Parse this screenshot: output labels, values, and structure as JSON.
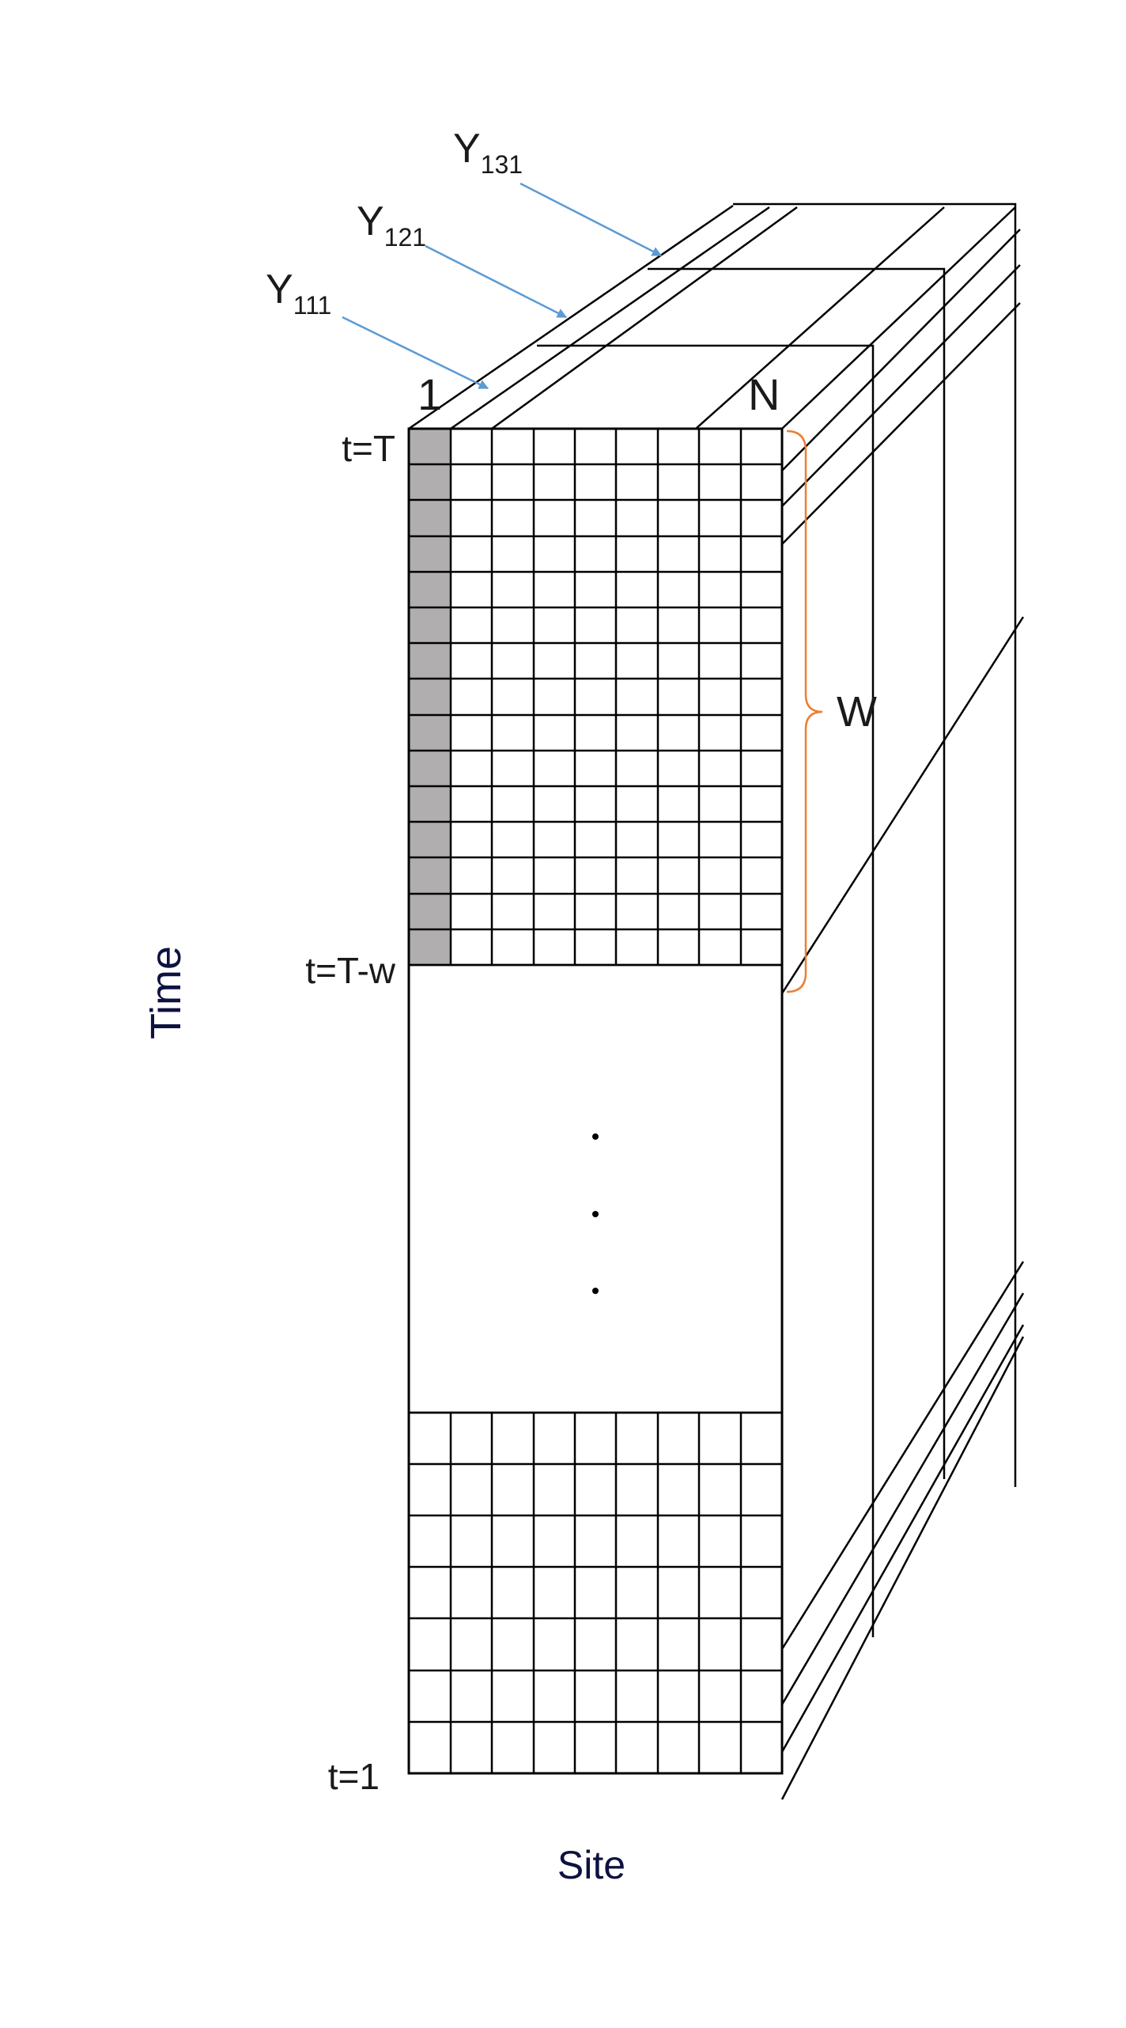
{
  "labels": {
    "series": [
      {
        "base": "Y",
        "sub": "131"
      },
      {
        "base": "Y",
        "sub": "121"
      },
      {
        "base": "Y",
        "sub": "111"
      }
    ],
    "col_first": "1",
    "col_last": "N",
    "row_top": "t=T",
    "row_window": "t=T-w",
    "row_bottom": "t=1",
    "window": "W",
    "x_axis": "Site",
    "y_axis": "Time"
  },
  "colors": {
    "line": "#000000",
    "arrow": "#5b9bd5",
    "brace": "#ed7d31",
    "highlight_column": "#b0aeae",
    "axis_title": "#0d1240"
  }
}
